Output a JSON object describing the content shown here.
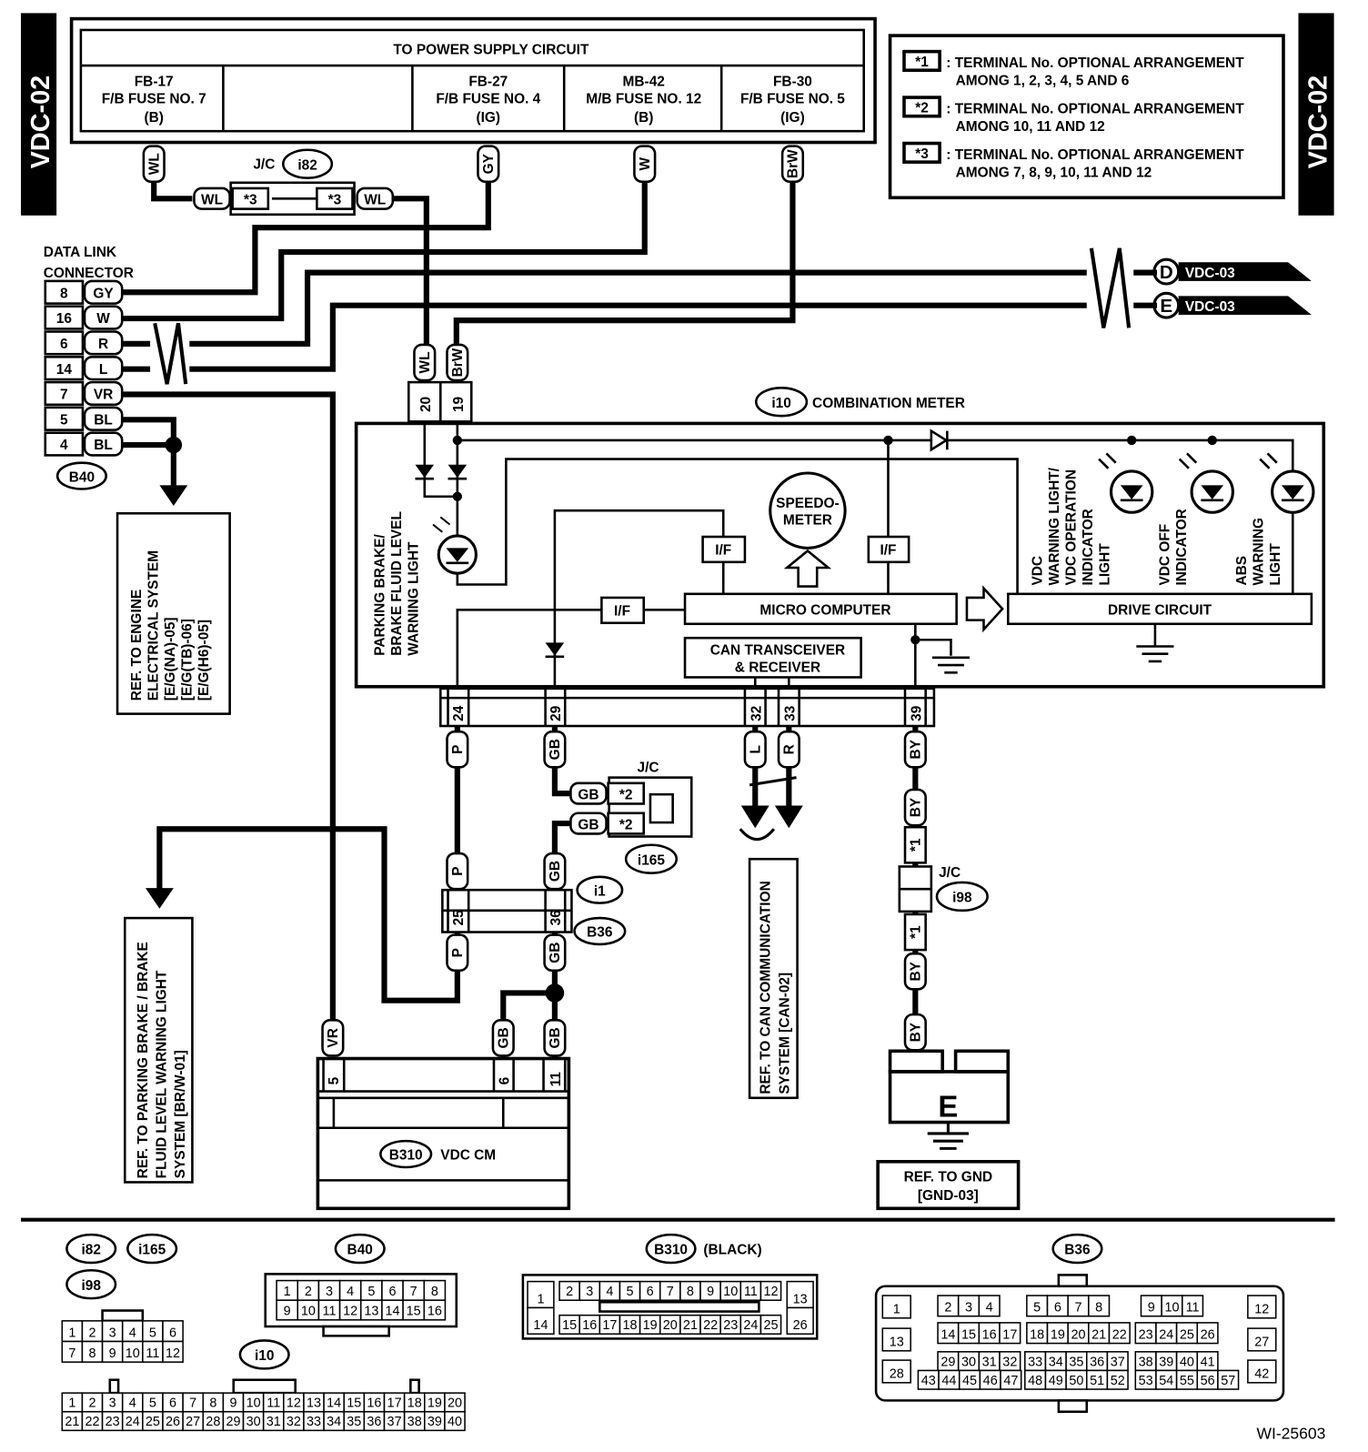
{
  "side_tab": "VDC-02",
  "figure_id": "WI-25603",
  "power_supply": {
    "title": "TO POWER SUPPLY CIRCUIT",
    "fuses": [
      {
        "code": "FB-17",
        "name": "F/B FUSE NO. 7",
        "supply": "(B)"
      },
      {
        "code": "FB-27",
        "name": "F/B FUSE NO. 4",
        "supply": "(IG)"
      },
      {
        "code": "MB-42",
        "name": "M/B FUSE NO. 12",
        "supply": "(B)"
      },
      {
        "code": "FB-30",
        "name": "F/B FUSE NO. 5",
        "supply": "(IG)"
      }
    ]
  },
  "notes": [
    {
      "mark": "*1",
      "line1": ": TERMINAL No. OPTIONAL ARRANGEMENT",
      "line2": "AMONG 1, 2, 3, 4, 5 AND 6"
    },
    {
      "mark": "*2",
      "line1": ": TERMINAL No. OPTIONAL ARRANGEMENT",
      "line2": "AMONG 10, 11 AND 12"
    },
    {
      "mark": "*3",
      "line1": ": TERMINAL No. OPTIONAL ARRANGEMENT",
      "line2": "AMONG 7, 8, 9, 10, 11 AND 12"
    }
  ],
  "junctions": {
    "jc_label": "J/C",
    "i82": "i82",
    "i165": "i165",
    "i98": "i98",
    "i1": "i1",
    "B36": "B36"
  },
  "wire_tags": [
    "WL",
    "GY",
    "W",
    "BrW",
    "WL",
    "BrW",
    "P",
    "GB",
    "L",
    "R",
    "BY",
    "P",
    "GB",
    "P",
    "GB",
    "BY",
    "BY",
    "BY",
    "VR",
    "GB",
    "GB"
  ],
  "jc_tags": [
    "WL",
    "*3",
    "*3",
    "WL",
    "GB",
    "*2",
    "GB",
    "*2"
  ],
  "i98_marks": [
    "*1",
    "*1"
  ],
  "data_link": {
    "title1": "DATA LINK",
    "title2": "CONNECTOR",
    "id": "B40",
    "pins": [
      {
        "no": "8",
        "color": "GY"
      },
      {
        "no": "16",
        "color": "W"
      },
      {
        "no": "6",
        "color": "R"
      },
      {
        "no": "14",
        "color": "L"
      },
      {
        "no": "7",
        "color": "VR"
      },
      {
        "no": "5",
        "color": "BL"
      },
      {
        "no": "4",
        "color": "BL"
      }
    ]
  },
  "offpage": [
    {
      "letter": "D",
      "page": "VDC-03"
    },
    {
      "letter": "E",
      "page": "VDC-03"
    }
  ],
  "refs": {
    "engine": [
      "REF. TO ENGINE",
      "ELECTRICAL SYSTEM",
      "[E/G(NA)-05]",
      "[E/G(TB)-06]",
      "[E/G(H6)-05]"
    ],
    "parking": [
      "REF. TO PARKING BRAKE / BRAKE",
      "FLUID LEVEL WARNING LIGHT",
      "SYSTEM [BR/W-01]"
    ],
    "can": [
      "REF. TO CAN COMMUNICATION",
      "SYSTEM [CAN-02]"
    ],
    "gnd": [
      "REF. TO GND",
      "[GND-03]"
    ]
  },
  "meter": {
    "id": "i10",
    "title": "COMBINATION METER",
    "top_pins": [
      "20",
      "19"
    ],
    "bottom_pins": [
      "24",
      "29",
      "32",
      "33",
      "39"
    ],
    "speedo": [
      "SPEEDO-",
      "METER"
    ],
    "interface": "I/F",
    "micro": "MICRO COMPUTER",
    "can": [
      "CAN TRANSCEIVER",
      "& RECEIVER"
    ],
    "drive": "DRIVE CIRCUIT",
    "parking_light": [
      "PARKING BRAKE/",
      "BRAKE FLUID LEVEL",
      "WARNING LIGHT"
    ],
    "vdc_light": [
      "VDC",
      "WARNING LIGHT/",
      "VDC OPERATION",
      "INDICATOR",
      "LIGHT"
    ],
    "vdc_off": [
      "VDC OFF",
      "INDICATOR"
    ],
    "abs_light": [
      "ABS",
      "WARNING",
      "LIGHT"
    ]
  },
  "b36_pins": [
    "25",
    "36"
  ],
  "vdc_cm": {
    "id": "B310",
    "name": "VDC CM",
    "pins": [
      "5",
      "6",
      "11"
    ]
  },
  "ground": {
    "letter": "E"
  },
  "faces": {
    "small": {
      "labels": [
        "i82",
        "i165",
        "i98"
      ],
      "rows": [
        [
          "1",
          "2",
          "3",
          "4",
          "5",
          "6"
        ],
        [
          "7",
          "8",
          "9",
          "10",
          "11",
          "12"
        ]
      ]
    },
    "b40": {
      "label": "B40",
      "rows": [
        [
          "1",
          "2",
          "3",
          "4",
          "5",
          "6",
          "7",
          "8"
        ],
        [
          "9",
          "10",
          "11",
          "12",
          "13",
          "14",
          "15",
          "16"
        ]
      ]
    },
    "i10": {
      "label": "i10",
      "rows": [
        [
          "1",
          "2",
          "3",
          "4",
          "5",
          "6",
          "7",
          "8",
          "9",
          "10",
          "11",
          "12",
          "13",
          "14",
          "15",
          "16",
          "17",
          "18",
          "19",
          "20"
        ],
        [
          "21",
          "22",
          "23",
          "24",
          "25",
          "26",
          "27",
          "28",
          "29",
          "30",
          "31",
          "32",
          "33",
          "34",
          "35",
          "36",
          "37",
          "38",
          "39",
          "40"
        ]
      ]
    },
    "b310": {
      "label": "B310",
      "note": "(BLACK)",
      "groups": [
        [
          "1"
        ],
        [
          "14"
        ],
        [
          "2",
          "3",
          "4",
          "5",
          "6",
          "7",
          "8",
          "9",
          "10",
          "11",
          "12"
        ],
        [
          "15",
          "16",
          "17",
          "18",
          "19",
          "20",
          "21",
          "22",
          "23",
          "24",
          "25"
        ],
        [
          "13"
        ],
        [
          "26"
        ]
      ]
    },
    "b36": {
      "label": "B36",
      "groups": [
        [
          "1"
        ],
        [
          "13"
        ],
        [
          "28"
        ],
        [
          "12"
        ],
        [
          "27"
        ],
        [
          "42"
        ],
        [
          "2",
          "3",
          "4"
        ],
        [
          "5",
          "6",
          "7",
          "8"
        ],
        [
          "9",
          "10",
          "11"
        ],
        [
          "14",
          "15",
          "16",
          "17"
        ],
        [
          "18",
          "19",
          "20",
          "21",
          "22"
        ],
        [
          "23",
          "24",
          "25",
          "26"
        ],
        [
          "29",
          "30",
          "31",
          "32"
        ],
        [
          "33",
          "34",
          "35",
          "36",
          "37"
        ],
        [
          "38",
          "39",
          "40",
          "41"
        ],
        [
          "43",
          "44",
          "45",
          "46",
          "47"
        ],
        [
          "48",
          "49",
          "50",
          "51",
          "52"
        ],
        [
          "53",
          "54",
          "55",
          "56",
          "57"
        ]
      ]
    }
  }
}
